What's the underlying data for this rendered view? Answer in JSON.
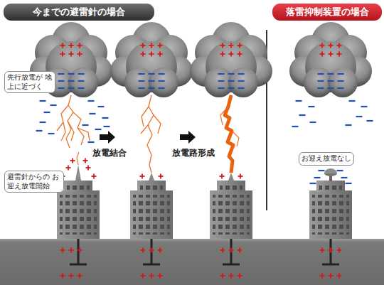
{
  "diagram": {
    "nodes": [
      {
        "text": [
          "今までの避雷針の場合"
        ]
      },
      {
        "text": [
          "落雷抑制装置の場合"
        ]
      },
      {
        "text": [
          "先行放電が 地上に近づく"
        ]
      },
      {
        "text": [
          "避雷針からの お迎え放電開始"
        ]
      },
      {
        "text": [
          "お迎え放電なし"
        ]
      }
    ],
    "labels": [
      "放電結合",
      "放電路形成"
    ]
  }
}
